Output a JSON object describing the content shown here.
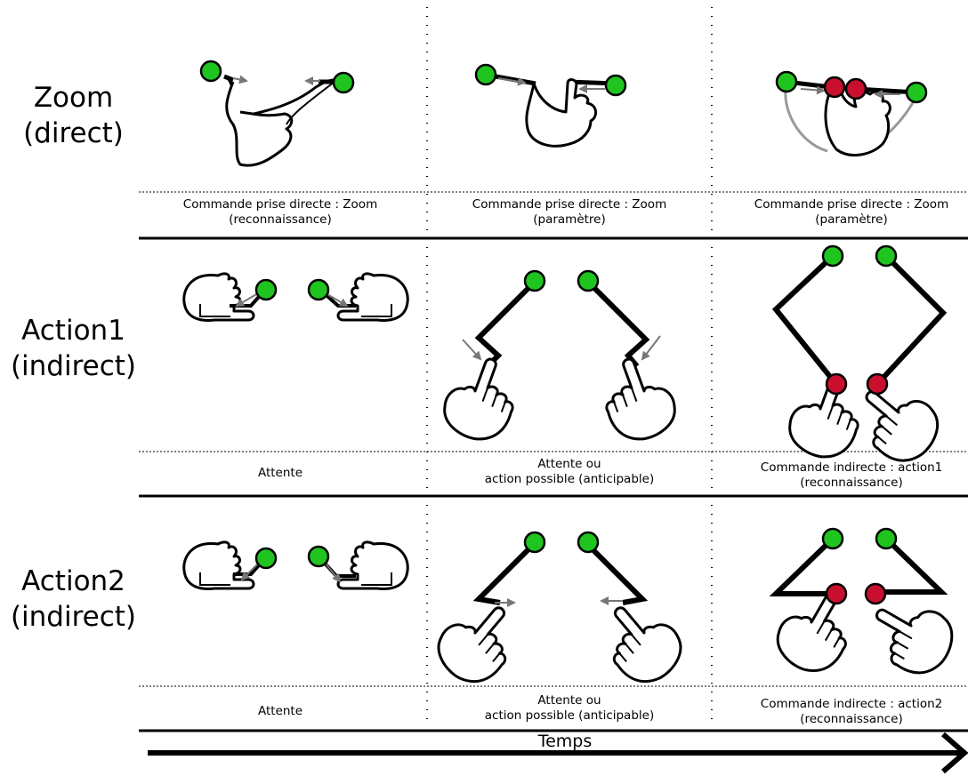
{
  "rows": [
    {
      "title": "Zoom",
      "mode": "(direct)",
      "captions": [
        [
          "Commande prise directe : Zoom",
          "(reconnaissance)"
        ],
        [
          "Commande prise directe : Zoom",
          "(paramètre)"
        ],
        [
          "Commande prise directe : Zoom",
          "(paramètre)"
        ]
      ]
    },
    {
      "title": "Action1",
      "mode": "(indirect)",
      "captions": [
        [
          "Attente"
        ],
        [
          "Attente ou",
          "action possible (anticipable)"
        ],
        [
          "Commande indirecte : action1",
          "(reconnaissance)"
        ]
      ]
    },
    {
      "title": "Action2",
      "mode": "(indirect)",
      "captions": [
        [
          "Attente"
        ],
        [
          "Attente ou",
          "action possible (anticipable)"
        ],
        [
          "Commande indirecte : action2",
          "(reconnaissance)"
        ]
      ]
    }
  ],
  "time_axis_label": "Temps",
  "colors": {
    "touch_start": "#1fc41f",
    "touch_active": "#c8102e",
    "arrow": "#777777",
    "ghost_path": "#999999"
  }
}
